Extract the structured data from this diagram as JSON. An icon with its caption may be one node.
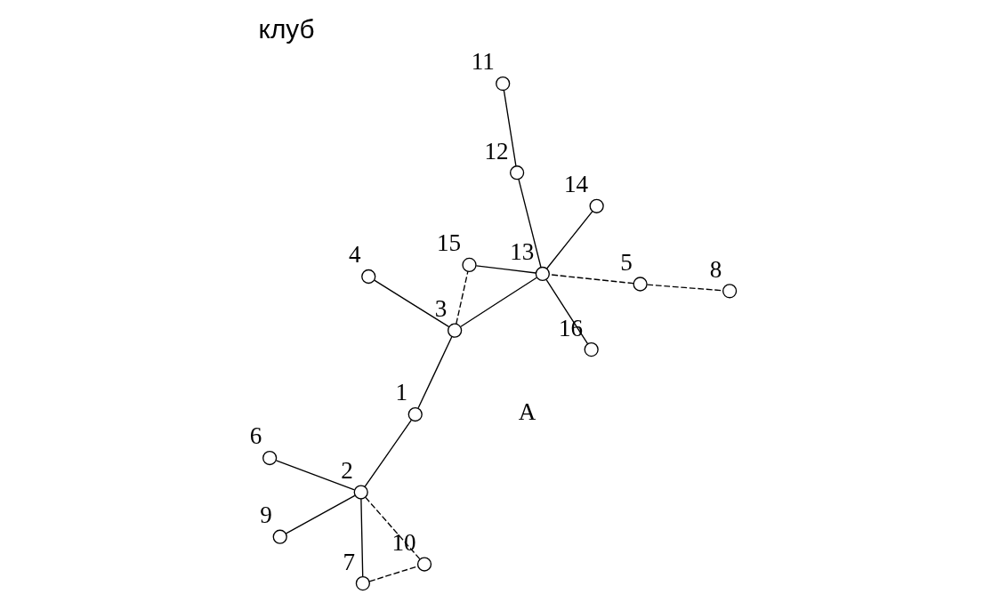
{
  "diagram": {
    "title": "клуб",
    "nodes": [
      {
        "text": [],
        "shape": "circle",
        "beside": [
          "1"
        ]
      },
      {
        "text": [],
        "shape": "circle",
        "beside": [
          "2"
        ]
      },
      {
        "text": [],
        "shape": "circle",
        "beside": [
          "3"
        ]
      },
      {
        "text": [],
        "shape": "circle",
        "beside": [
          "4"
        ]
      },
      {
        "text": [],
        "shape": "circle",
        "beside": [
          "5"
        ]
      },
      {
        "text": [],
        "shape": "circle",
        "beside": [
          "6"
        ]
      },
      {
        "text": [],
        "shape": "circle",
        "beside": [
          "7"
        ]
      },
      {
        "text": [],
        "shape": "circle",
        "beside": [
          "8"
        ]
      },
      {
        "text": [],
        "shape": "circle",
        "beside": [
          "9"
        ]
      },
      {
        "text": [],
        "shape": "circle",
        "beside": [
          "10"
        ]
      },
      {
        "text": [],
        "shape": "circle",
        "beside": [
          "11"
        ]
      },
      {
        "text": [],
        "shape": "circle",
        "beside": [
          "12"
        ]
      },
      {
        "text": [],
        "shape": "circle",
        "beside": [
          "13"
        ]
      },
      {
        "text": [],
        "shape": "circle",
        "beside": [
          "14"
        ]
      },
      {
        "text": [],
        "shape": "circle",
        "beside": [
          "15"
        ]
      },
      {
        "text": [],
        "shape": "circle",
        "beside": [
          "16"
        ]
      }
    ],
    "edges": [
      {
        "from": 2,
        "to": 0,
        "arrow": "none"
      },
      {
        "from": 0,
        "to": 1,
        "arrow": "none"
      },
      {
        "from": 2,
        "to": 3,
        "arrow": "none"
      },
      {
        "from": 2,
        "to": 12,
        "arrow": "none"
      },
      {
        "from": 2,
        "to": 14,
        "arrow": "none",
        "style": "dashed"
      },
      {
        "from": 4,
        "to": 12,
        "arrow": "none",
        "style": "dashed"
      },
      {
        "from": 4,
        "to": 7,
        "arrow": "none",
        "style": "dashed"
      },
      {
        "from": 6,
        "to": 9,
        "arrow": "none",
        "style": "dashed"
      },
      {
        "from": 6,
        "to": 1,
        "arrow": "none"
      },
      {
        "from": 8,
        "to": 1,
        "arrow": "none"
      },
      {
        "from": 1,
        "to": 9,
        "arrow": "none",
        "style": "dashed"
      },
      {
        "from": 1,
        "to": 5,
        "arrow": "none"
      },
      {
        "from": 10,
        "to": 11,
        "arrow": "none"
      },
      {
        "from": 12,
        "to": 14,
        "arrow": "none"
      },
      {
        "from": 12,
        "to": 15,
        "arrow": "none"
      },
      {
        "from": 12,
        "to": 13,
        "arrow": "none"
      },
      {
        "from": 12,
        "to": 11,
        "arrow": "none"
      }
    ],
    "labels": [
      "A"
    ]
  }
}
